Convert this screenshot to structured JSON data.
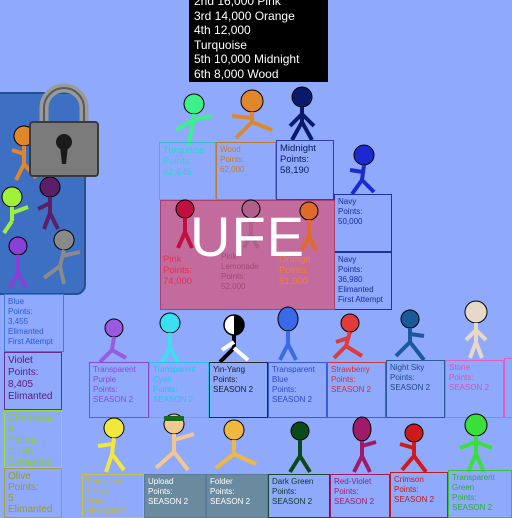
{
  "leaderboard": {
    "lines": [
      "2nd 16,000 Pink",
      "3rd 14,000 Orange",
      "4th 12,000",
      "Turquoise",
      "5th 10,000 Midnight",
      "6th 8,000 Wood"
    ]
  },
  "ufe_label": "UFE",
  "colors": {
    "background": "#8faafc",
    "lock_panel": "#3d6fc2",
    "ufe_panel": "#d45a82"
  },
  "cards": {
    "turquoise": {
      "name": "Turquoise",
      "l1": "Points:",
      "l2": "62,645"
    },
    "wood": {
      "name": "Wood",
      "l1": "Points:",
      "l2": "62,000"
    },
    "midnight": {
      "name": "Midnight",
      "l1": "Points:",
      "l2": "58,190"
    },
    "navy1": {
      "name": "Navy",
      "l1": "Points:",
      "l2": "50,000"
    },
    "navy2": {
      "name": "Navy",
      "l1": "Points:",
      "l2": "36,980",
      "l3": "Elimanted",
      "l4": "First Attempt"
    },
    "pink": {
      "name": "Pink",
      "l1": "Points:",
      "l2": "74,000"
    },
    "lemonade": {
      "name": "Pink Lemonade",
      "l1": "Points:",
      "l2": "52,000"
    },
    "orange": {
      "name": "Orange",
      "l1": "Points:",
      "l2": "51,000"
    },
    "blue": {
      "name": "Blue",
      "l1": "Points:",
      "l2": "3,455",
      "l3": "Elimanted",
      "l4": "First Attempt"
    },
    "violet": {
      "name": "Violet",
      "l1": "Points:",
      "l2": "8,405",
      "l3": "Elimanted"
    },
    "chartreuse": {
      "name": "Chartreus",
      "l1": "e",
      "l2": "Points:",
      "l3": "1,165",
      "l4": "Elimanted"
    },
    "olive": {
      "name": "Olive",
      "l1": "Points:",
      "l2": "5",
      "l3": "Elimanted"
    },
    "tpurple": {
      "name": "Transparent",
      "l1": "Purple",
      "l2": "Points:",
      "l3": "SEASON 2"
    },
    "tcyan": {
      "name": "Transparent",
      "l1": "Cyan",
      "l2": "Points:",
      "l3": "SEASON 2"
    },
    "yinyang": {
      "name": "Yin-Yang",
      "l1": "Points:",
      "l2": "SEASON 2"
    },
    "tblue": {
      "name": "Transparent",
      "l1": "Blue",
      "l2": "Points:",
      "l3": "SEASON 2"
    },
    "strawberry": {
      "name": "Strawberry",
      "l1": "Points:",
      "l2": "SEASON 2"
    },
    "nightsky": {
      "name": "Night Sky",
      "l1": "Points:",
      "l2": "SEASON 2"
    },
    "stone": {
      "name": "Stone",
      "l1": "Points:",
      "l2": "SEASON 2"
    },
    "tyellow": {
      "name": "Transparent",
      "l1": "Yellow",
      "l2": "Points:",
      "l3": "SEASON 2"
    },
    "upload": {
      "name": "Upload",
      "l1": "Points:",
      "l2": "SEASON 2"
    },
    "folder": {
      "name": "Folder",
      "l1": "Points:",
      "l2": "SEASON 2"
    },
    "darkgreen": {
      "name": "Dark Green",
      "l1": "Points:",
      "l2": "SEASON 2"
    },
    "redviolet": {
      "name": "Red-Violet",
      "l1": "Points:",
      "l2": "SEASON 2"
    },
    "crimson": {
      "name": "Crimson",
      "l1": "Points:",
      "l2": "SEASON 2"
    },
    "tgreen": {
      "name": "Transparent",
      "l1": "Green",
      "l2": "Points:",
      "l3": "SEASON 2"
    }
  }
}
